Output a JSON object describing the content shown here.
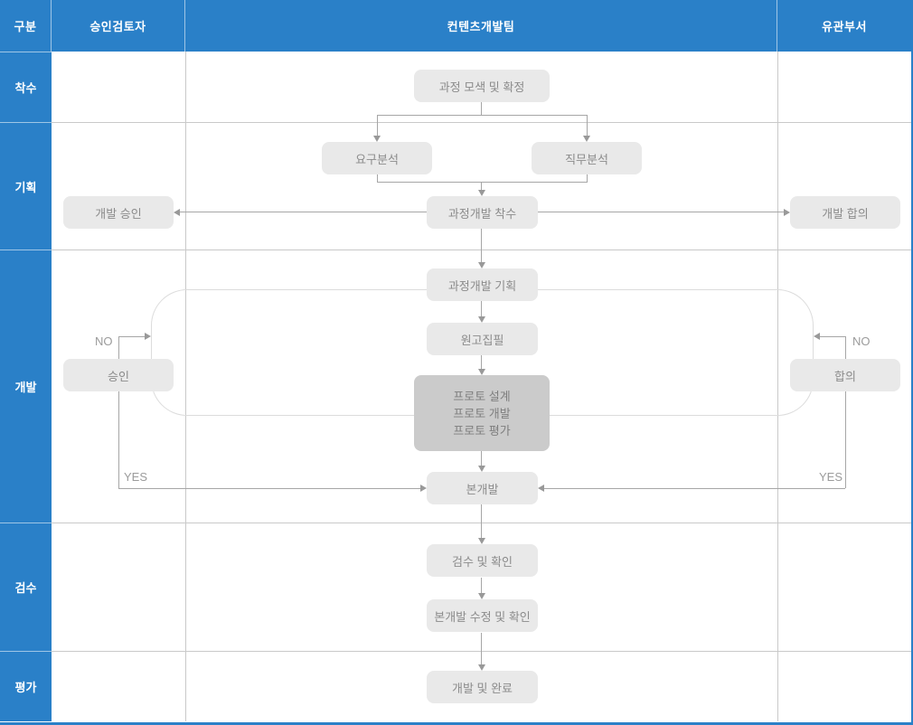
{
  "header": {
    "columns": [
      "구분",
      "승인검토자",
      "컨텐츠개발팀",
      "유관부서"
    ]
  },
  "rows": [
    "착수",
    "기획",
    "개발",
    "검수",
    "평가"
  ],
  "nodes": {
    "explore": "과정 모색 및 확정",
    "needs_analysis": "요구분석",
    "job_analysis": "직무분석",
    "dev_approval": "개발 승인",
    "dev_kickoff": "과정개발 착수",
    "dev_agreement": "개발 합의",
    "dev_planning": "과정개발 기획",
    "manuscript": "원고집필",
    "prototype": {
      "lines": [
        "프로토 설계",
        "프로토 개발",
        "프로토 평가"
      ]
    },
    "approval": "승인",
    "agreement": "합의",
    "main_dev": "본개발",
    "inspection": "검수 및 확인",
    "revision": "본개발 수정 및 확인",
    "complete": "개발 및 완료"
  },
  "decision_labels": {
    "no_left": "NO",
    "yes_left": "YES",
    "no_right": "NO",
    "yes_right": "YES"
  },
  "colors": {
    "header_blue": "#2a80c8",
    "box_gray": "#e9e9e9",
    "box_dark_gray": "#cbcbcb",
    "line_gray": "#a6a6a6",
    "loop_gray": "#dcdcdc",
    "border_gray": "#c9c9c9",
    "box_text": "#8b8b8b",
    "label_text": "#9b9b9b"
  }
}
